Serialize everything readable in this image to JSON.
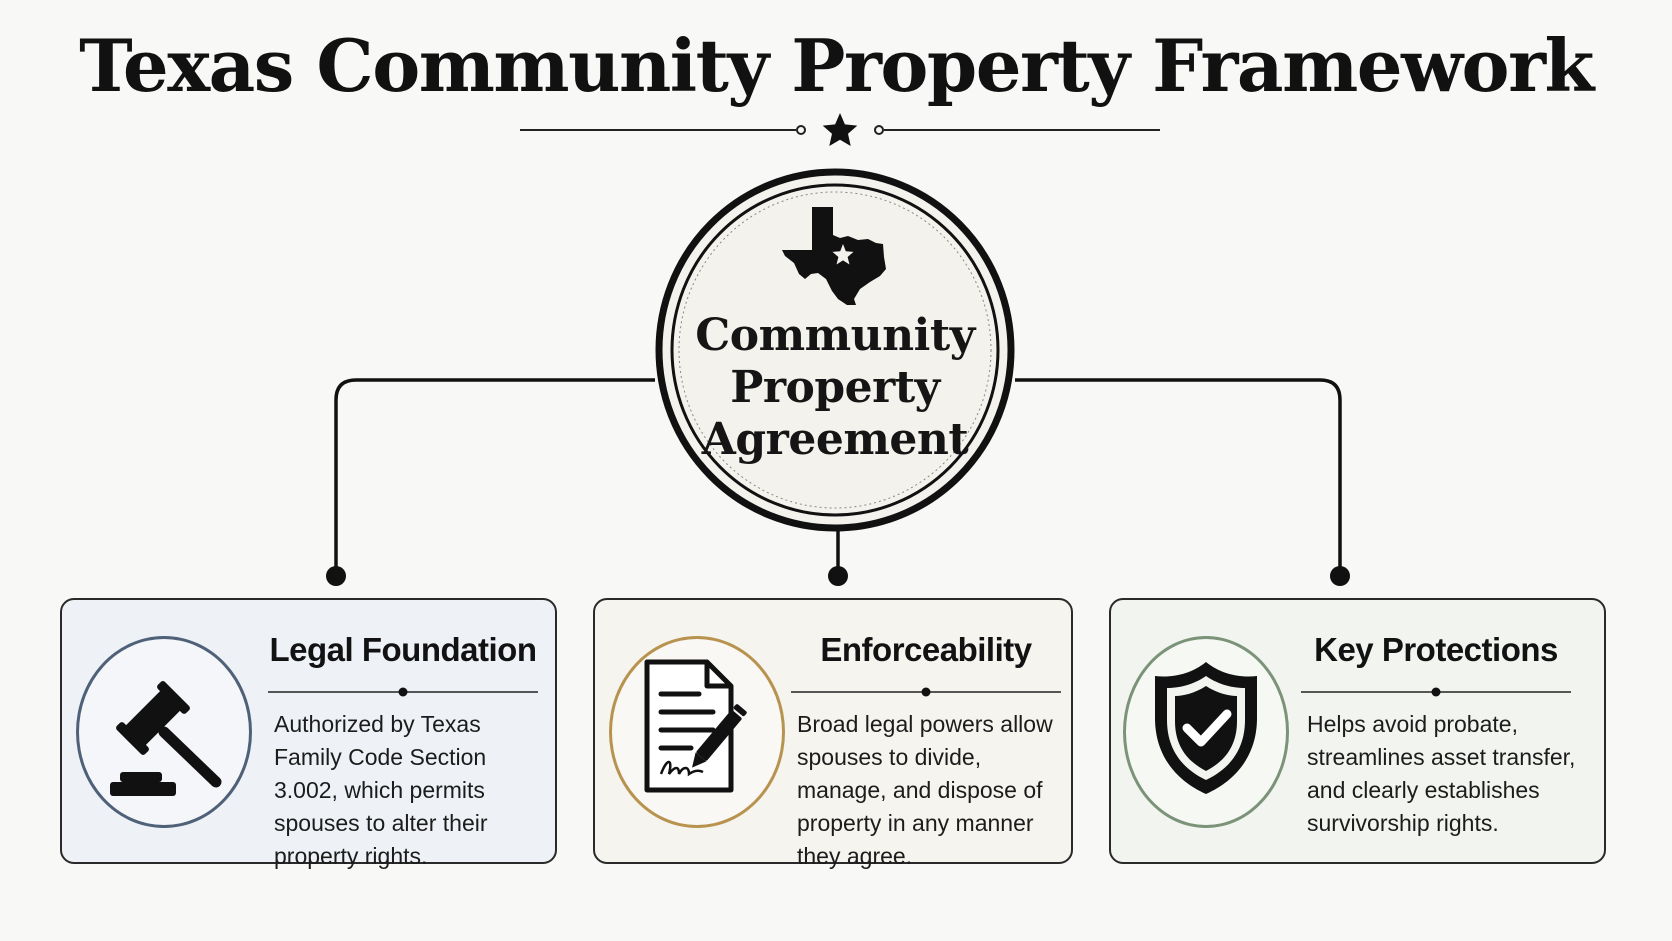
{
  "title": "Texas Community Property Framework",
  "center": {
    "label": "Community Property Agreement",
    "icon": "texas-state-star-icon"
  },
  "cards": [
    {
      "title": "Legal Foundation",
      "description": "Authorized by Texas Family Code Section 3.002, which permits spouses to alter their property rights.",
      "icon": "gavel-icon",
      "background": "#eef2f6",
      "ring_color": "#4f6178"
    },
    {
      "title": "Enforceability",
      "description": "Broad legal powers allow spouses to divide, manage, and dispose of property in any manner they agree.",
      "icon": "signed-document-icon",
      "background": "#f6f4ee",
      "ring_color": "#b8934f"
    },
    {
      "title": "Key Protections",
      "description": "Helps avoid probate, streamlines asset transfer, and clearly establishes survivorship rights.",
      "icon": "shield-check-icon",
      "background": "#f2f4ef",
      "ring_color": "#7b9378"
    }
  ],
  "colors": {
    "ink": "#141414",
    "background": "#f8f8f7",
    "center_fill": "#f4f2ec"
  }
}
